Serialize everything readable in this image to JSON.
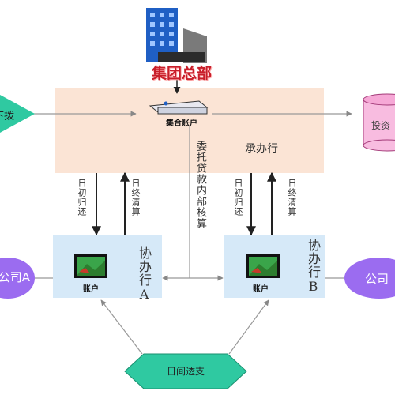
{
  "hq": {
    "label": "集团总部"
  },
  "main_bank": {
    "name": "承办行",
    "pooled_account": "集合账户",
    "entrust_note": "委托贷款内部核算"
  },
  "left_node": {
    "label": "下拨"
  },
  "right_node": {
    "label": "投资"
  },
  "flows": {
    "sweep_left": "日初归还",
    "clear_left": "日终清算",
    "sweep_right": "日初归还",
    "clear_right": "日终清算"
  },
  "branch_a": {
    "name": "协办行A",
    "account": "账户"
  },
  "branch_b": {
    "name": "协办行B",
    "account": "账户"
  },
  "company_a": {
    "label": "公司A"
  },
  "company_b": {
    "label": "公司"
  },
  "daily": {
    "label": "日间透支"
  },
  "colors": {
    "peach": "#fbe4d5",
    "lightblue": "#d6e9f8",
    "green": "#2fc9a1",
    "purple": "#9b6cf0",
    "pink": "#f8bce0",
    "hq_red": "#c81e2a"
  }
}
